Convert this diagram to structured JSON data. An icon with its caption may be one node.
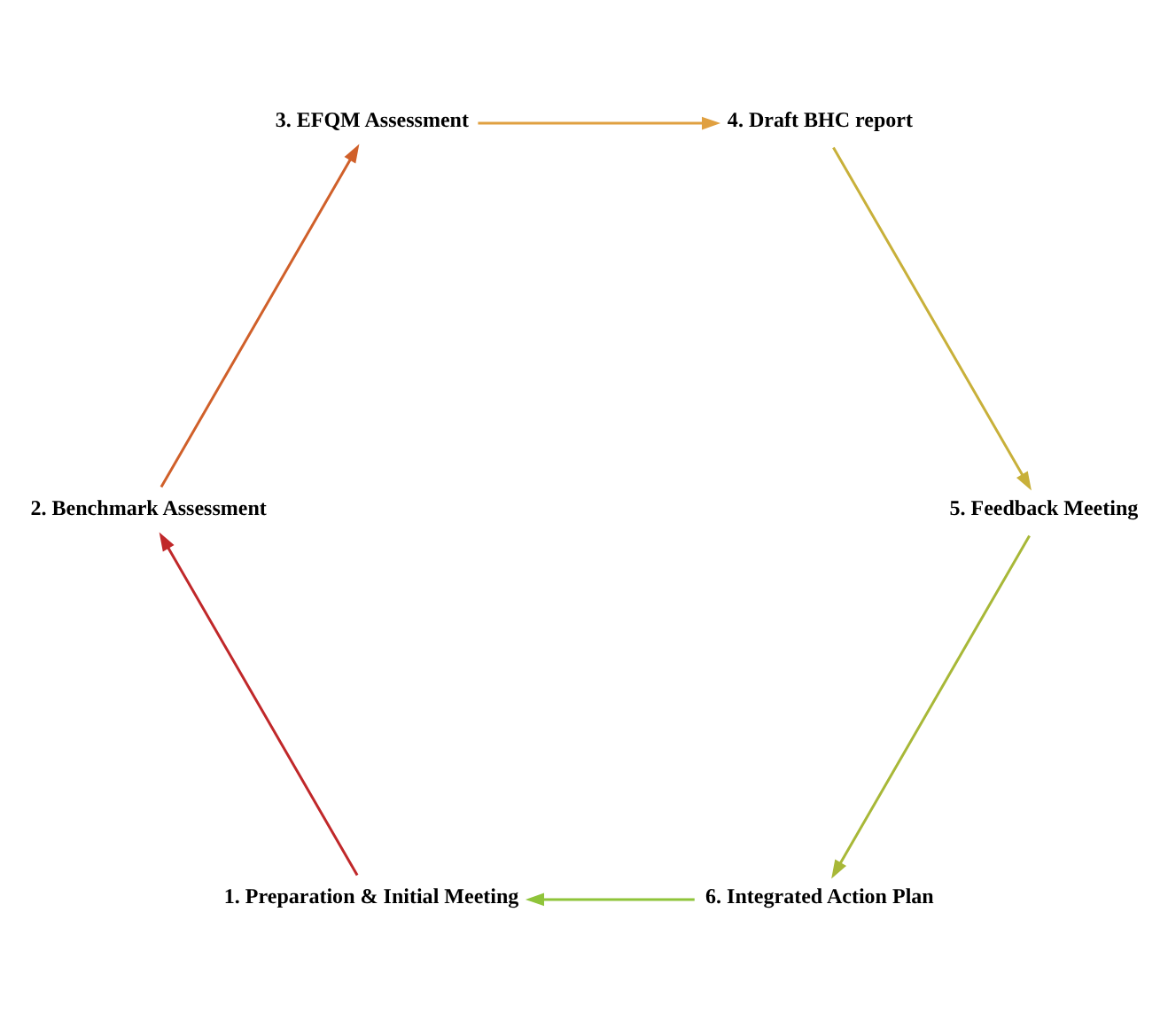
{
  "diagram": {
    "nodes": [
      {
        "text": [
          "6. Integrated Action Plan"
        ]
      },
      {
        "text": [
          "1. Preparation & Initial Meeting"
        ]
      },
      {
        "text": [
          "2. Benchmark Assessment"
        ]
      },
      {
        "text": [
          "5. Feedback Meeting"
        ]
      },
      {
        "text": [
          "4. Draft BHC report"
        ]
      },
      {
        "text": [
          "3. EFQM Assessment"
        ]
      }
    ],
    "edges": [
      {
        "from": 0,
        "to": 1,
        "arrow": "to",
        "color": "#8fc43a"
      },
      {
        "from": 1,
        "to": 2,
        "arrow": "to",
        "color": "#c0282a"
      },
      {
        "from": 2,
        "to": 5,
        "arrow": "to",
        "color": "#d0602a"
      },
      {
        "from": 5,
        "to": 4,
        "arrow": "to",
        "color": "#e0a040"
      },
      {
        "from": 4,
        "to": 3,
        "arrow": "to",
        "color": "#c8b03a"
      },
      {
        "from": 3,
        "to": 0,
        "arrow": "to",
        "color": "#a8b838"
      }
    ]
  }
}
